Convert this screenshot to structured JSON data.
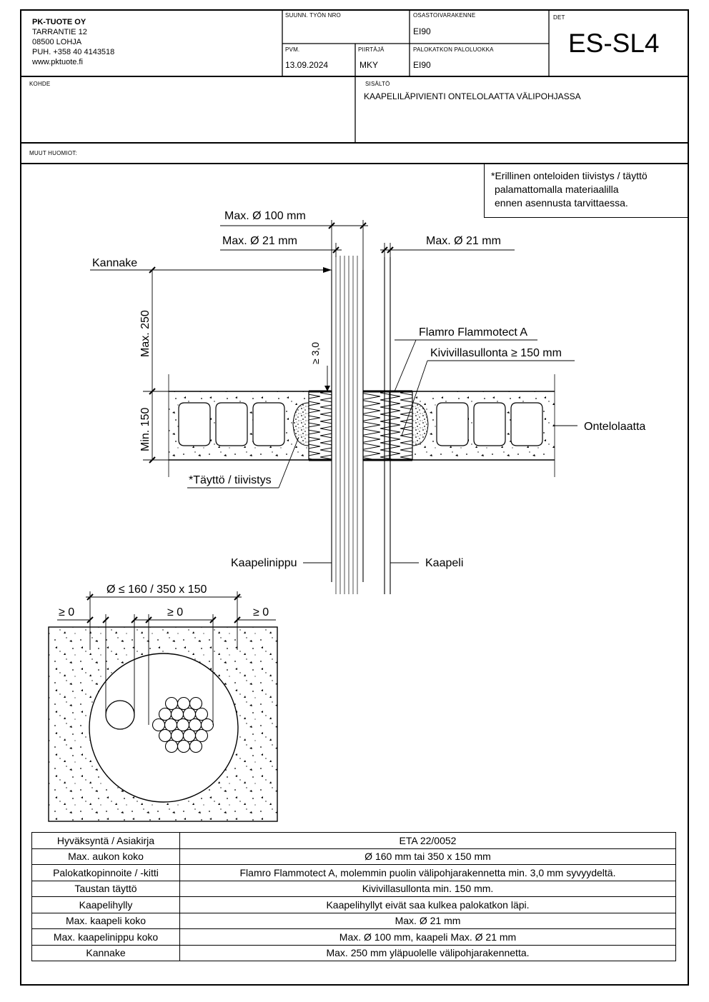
{
  "title_block": {
    "company": {
      "name": "PK-TUOTE OY",
      "address": "TARRANTIE 12",
      "postal": "08500 LOHJA",
      "phone": "PUH. +358 40 4143518",
      "web": "www.pktuote.fi"
    },
    "suunn_label": "SUUNN. TYÖN NRO",
    "suunn_value": "",
    "osasto_label": "OSASTOIVARAKENNE",
    "osasto_value": "EI90",
    "det_label": "DET",
    "det_value": "ES-SL4",
    "pvm_label": "PVM.",
    "pvm_value": "13.09.2024",
    "piirtaja_label": "PIIRTÄJÄ",
    "piirtaja_value": "MKY",
    "palo_label": "PALOKATKON PALOLUOKKA",
    "palo_value": "EI90",
    "kohde_label": "KOHDE",
    "kohde_value": "",
    "sisalto_label": "SISÄLTÖ",
    "sisalto_value": "KAAPELILÄPIVIENTI ONTELOLAATTA VÄLIPOHJASSA",
    "muut_label": "MUUT HUOMIOT:"
  },
  "note": {
    "line1": "*Erillinen onteloiden tiivistys / täyttö",
    "line2": "palamattomalla materiaalilla",
    "line3": "ennen asennusta tarvittaessa."
  },
  "section": {
    "max_d100": "Max. Ø 100 mm",
    "max_d21_left": "Max. Ø 21 mm",
    "max_d21_right": "Max. Ø 21 mm",
    "kannake": "Kannake",
    "max250": "Max. 250",
    "ge30": "≥ 3,0",
    "flamro": "Flamro Flammotect A",
    "kivivilla": "Kivivillasullonta ≥ 150 mm",
    "min150": "Min. 150",
    "ontelolaatta": "Ontelolaatta",
    "tayto": "*Täyttö / tiivistys",
    "kaapelinippu": "Kaapelinippu",
    "kaapeli": "Kaapeli"
  },
  "plan": {
    "size": "Ø ≤ 160 / 350 x 150",
    "ge0_left": "≥ 0",
    "ge0_mid": "≥ 0",
    "ge0_right": "≥ 0"
  },
  "spec_table": [
    {
      "key": "Hyväksyntä / Asiakirja",
      "value": "ETA 22/0052"
    },
    {
      "key": "Max. aukon koko",
      "value": "Ø 160 mm tai 350 x 150 mm"
    },
    {
      "key": "Palokatkopinnoite / -kitti",
      "value": "Flamro Flammotect A, molemmin puolin välipohjarakennetta min. 3,0 mm syvyydeltä."
    },
    {
      "key": "Taustan täyttö",
      "value": "Kivivillasullonta min. 150 mm."
    },
    {
      "key": "Kaapelihylly",
      "value": "Kaapelihyllyt eivät saa kulkea palokatkon läpi."
    },
    {
      "key": "Max. kaapeli koko",
      "value": "Max. Ø 21 mm"
    },
    {
      "key": "Max. kaapelinippu koko",
      "value": "Max. Ø 100 mm, kaapeli Max. Ø 21 mm"
    },
    {
      "key": "Kannake",
      "value": "Max. 250 mm yläpuolelle välipohjarakennetta."
    }
  ]
}
